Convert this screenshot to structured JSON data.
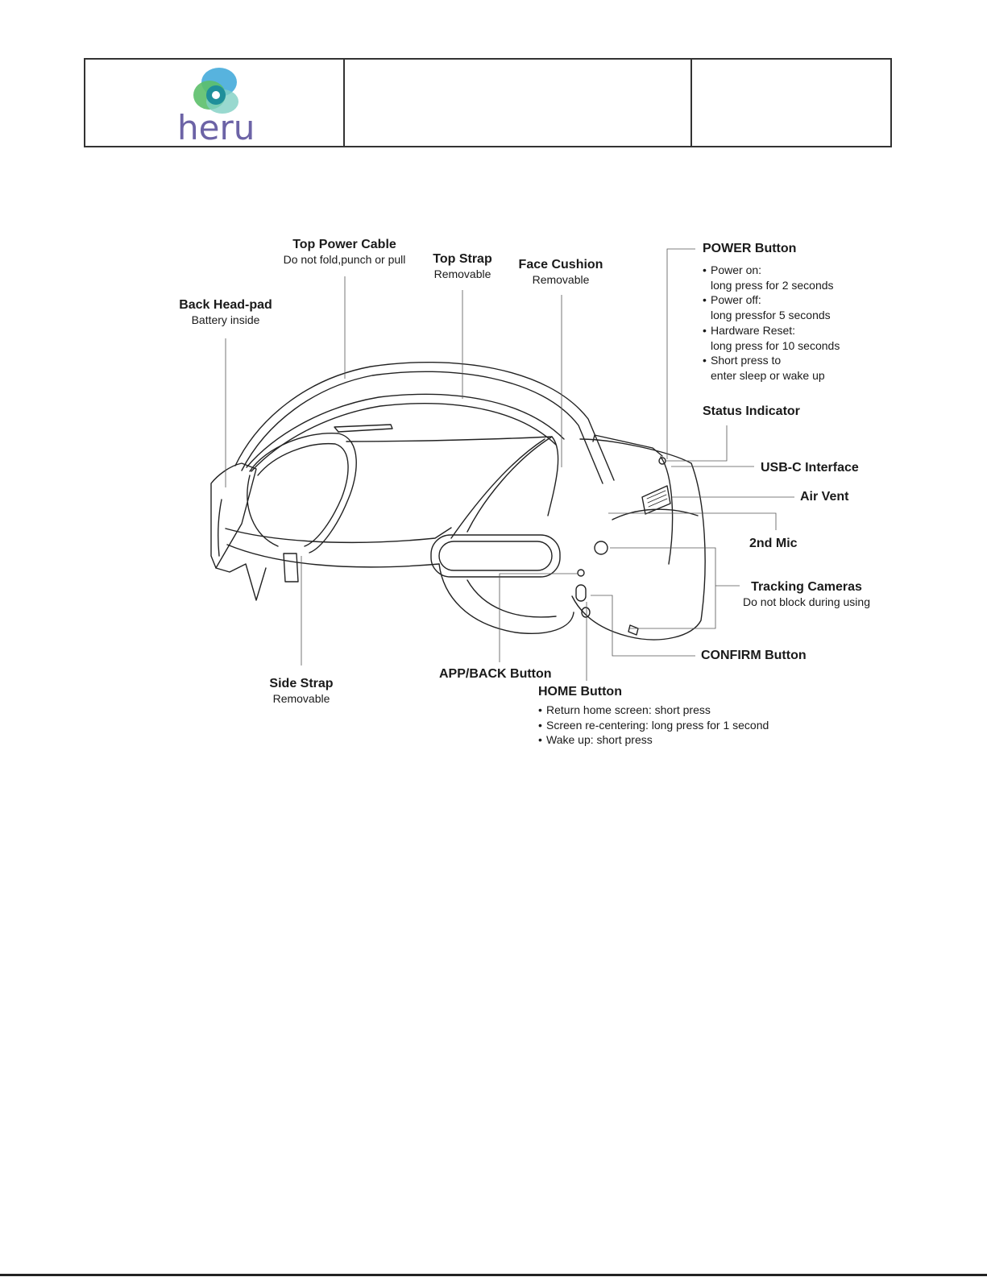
{
  "header": {
    "logo_text": "heru",
    "logo_colors": {
      "blue": "#3aa6d8",
      "green": "#5cbf6a",
      "teal": "#1f8f9a",
      "wordmark": "#6c63a6"
    }
  },
  "labels": {
    "top_power_cable": {
      "title": "Top Power Cable",
      "sub": "Do not fold,punch or pull"
    },
    "top_strap": {
      "title": "Top Strap",
      "sub": "Removable"
    },
    "face_cushion": {
      "title": "Face Cushion",
      "sub": "Removable"
    },
    "back_head_pad": {
      "title": "Back Head-pad",
      "sub": "Battery inside"
    },
    "power_button": {
      "title": "POWER Button",
      "items": [
        "Power on:",
        "long press for 2 seconds",
        "Power off:",
        "long pressfor 5 seconds",
        "Hardware Reset:",
        "long press for 10 seconds",
        "Short press to",
        "enter sleep or wake up"
      ]
    },
    "status_indicator": {
      "title": "Status Indicator"
    },
    "usb_c": {
      "title": "USB-C Interface"
    },
    "air_vent": {
      "title": "Air Vent"
    },
    "second_mic": {
      "title": "2nd Mic"
    },
    "tracking_cameras": {
      "title": "Tracking Cameras",
      "sub": "Do not block during using"
    },
    "confirm_button": {
      "title": "CONFIRM Button"
    },
    "app_back_button": {
      "title": "APP/BACK Button"
    },
    "side_strap": {
      "title": "Side Strap",
      "sub": "Removable"
    },
    "home_button": {
      "title": "HOME Button",
      "items": [
        "Return home screen: short press",
        "Screen re-centering: long press for 1 second",
        "Wake up: short press"
      ]
    }
  }
}
